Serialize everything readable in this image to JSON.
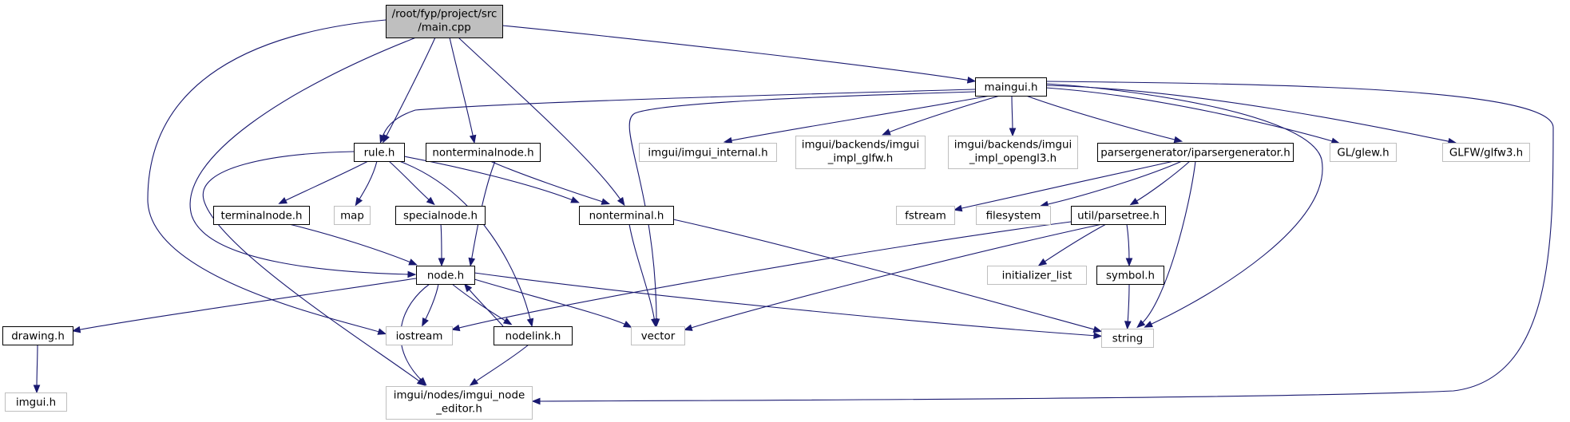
{
  "graph": {
    "title": "main.cpp include dependency graph",
    "colors": {
      "edge": "#191970",
      "root_fill": "#bfbfbf",
      "node_fill": "#ffffff",
      "local_border": "#000000",
      "system_border": "#bfbfbf"
    },
    "nodes": [
      {
        "id": "main_cpp",
        "lines": [
          "/root/fyp/project/src",
          "/main.cpp"
        ],
        "kind": "root"
      },
      {
        "id": "maingui_h",
        "lines": [
          "maingui.h"
        ],
        "kind": "local"
      },
      {
        "id": "rule_h",
        "lines": [
          "rule.h"
        ],
        "kind": "local"
      },
      {
        "id": "nonterminalnode_h",
        "lines": [
          "nonterminalnode.h"
        ],
        "kind": "local"
      },
      {
        "id": "imgui_internal_h",
        "lines": [
          "imgui/imgui_internal.h"
        ],
        "kind": "system"
      },
      {
        "id": "imgui_impl_glfw_h",
        "lines": [
          "imgui/backends/imgui",
          "_impl_glfw.h"
        ],
        "kind": "system"
      },
      {
        "id": "imgui_impl_opengl3_h",
        "lines": [
          "imgui/backends/imgui",
          "_impl_opengl3.h"
        ],
        "kind": "system"
      },
      {
        "id": "iparsergenerator_h",
        "lines": [
          "parsergenerator/iparsergenerator.h"
        ],
        "kind": "local"
      },
      {
        "id": "glew_h",
        "lines": [
          "GL/glew.h"
        ],
        "kind": "system"
      },
      {
        "id": "glfw3_h",
        "lines": [
          "GLFW/glfw3.h"
        ],
        "kind": "system"
      },
      {
        "id": "terminalnode_h",
        "lines": [
          "terminalnode.h"
        ],
        "kind": "local"
      },
      {
        "id": "map",
        "lines": [
          "map"
        ],
        "kind": "system"
      },
      {
        "id": "specialnode_h",
        "lines": [
          "specialnode.h"
        ],
        "kind": "local"
      },
      {
        "id": "nonterminal_h",
        "lines": [
          "nonterminal.h"
        ],
        "kind": "local"
      },
      {
        "id": "fstream",
        "lines": [
          "fstream"
        ],
        "kind": "system"
      },
      {
        "id": "filesystem",
        "lines": [
          "filesystem"
        ],
        "kind": "system"
      },
      {
        "id": "parsetree_h",
        "lines": [
          "util/parsetree.h"
        ],
        "kind": "local"
      },
      {
        "id": "node_h",
        "lines": [
          "node.h"
        ],
        "kind": "local"
      },
      {
        "id": "initializer_list",
        "lines": [
          "initializer_list"
        ],
        "kind": "system"
      },
      {
        "id": "symbol_h",
        "lines": [
          "symbol.h"
        ],
        "kind": "local"
      },
      {
        "id": "drawing_h",
        "lines": [
          "drawing.h"
        ],
        "kind": "local"
      },
      {
        "id": "iostream",
        "lines": [
          "iostream"
        ],
        "kind": "system"
      },
      {
        "id": "nodelink_h",
        "lines": [
          "nodelink.h"
        ],
        "kind": "local"
      },
      {
        "id": "vector",
        "lines": [
          "vector"
        ],
        "kind": "system"
      },
      {
        "id": "string",
        "lines": [
          "string"
        ],
        "kind": "system"
      },
      {
        "id": "imgui_h",
        "lines": [
          "imgui.h"
        ],
        "kind": "system"
      },
      {
        "id": "imgui_node_editor_h",
        "lines": [
          "imgui/nodes/imgui_node",
          "_editor.h"
        ],
        "kind": "system"
      }
    ],
    "edges": [
      [
        "main_cpp",
        "maingui_h"
      ],
      [
        "main_cpp",
        "rule_h"
      ],
      [
        "main_cpp",
        "nonterminalnode_h"
      ],
      [
        "main_cpp",
        "nonterminal_h"
      ],
      [
        "main_cpp",
        "node_h"
      ],
      [
        "main_cpp",
        "iostream"
      ],
      [
        "maingui_h",
        "rule_h"
      ],
      [
        "maingui_h",
        "imgui_internal_h"
      ],
      [
        "maingui_h",
        "imgui_impl_glfw_h"
      ],
      [
        "maingui_h",
        "imgui_impl_opengl3_h"
      ],
      [
        "maingui_h",
        "iparsergenerator_h"
      ],
      [
        "maingui_h",
        "glew_h"
      ],
      [
        "maingui_h",
        "glfw3_h"
      ],
      [
        "maingui_h",
        "vector"
      ],
      [
        "maingui_h",
        "string"
      ],
      [
        "maingui_h",
        "imgui_node_editor_h"
      ],
      [
        "rule_h",
        "terminalnode_h"
      ],
      [
        "rule_h",
        "map"
      ],
      [
        "rule_h",
        "specialnode_h"
      ],
      [
        "rule_h",
        "nonterminal_h"
      ],
      [
        "rule_h",
        "nodelink_h"
      ],
      [
        "rule_h",
        "imgui_node_editor_h"
      ],
      [
        "nonterminalnode_h",
        "nonterminal_h"
      ],
      [
        "nonterminalnode_h",
        "node_h"
      ],
      [
        "terminalnode_h",
        "node_h"
      ],
      [
        "specialnode_h",
        "node_h"
      ],
      [
        "nonterminal_h",
        "vector"
      ],
      [
        "nonterminal_h",
        "string"
      ],
      [
        "iparsergenerator_h",
        "fstream"
      ],
      [
        "iparsergenerator_h",
        "filesystem"
      ],
      [
        "iparsergenerator_h",
        "parsetree_h"
      ],
      [
        "iparsergenerator_h",
        "string"
      ],
      [
        "parsetree_h",
        "initializer_list"
      ],
      [
        "parsetree_h",
        "symbol_h"
      ],
      [
        "parsetree_h",
        "iostream"
      ],
      [
        "parsetree_h",
        "vector"
      ],
      [
        "symbol_h",
        "string"
      ],
      [
        "node_h",
        "drawing_h"
      ],
      [
        "node_h",
        "iostream"
      ],
      [
        "node_h",
        "nodelink_h"
      ],
      [
        "node_h",
        "vector"
      ],
      [
        "node_h",
        "string"
      ],
      [
        "node_h",
        "imgui_node_editor_h"
      ],
      [
        "nodelink_h",
        "node_h"
      ],
      [
        "nodelink_h",
        "imgui_node_editor_h"
      ],
      [
        "drawing_h",
        "imgui_h"
      ]
    ]
  }
}
